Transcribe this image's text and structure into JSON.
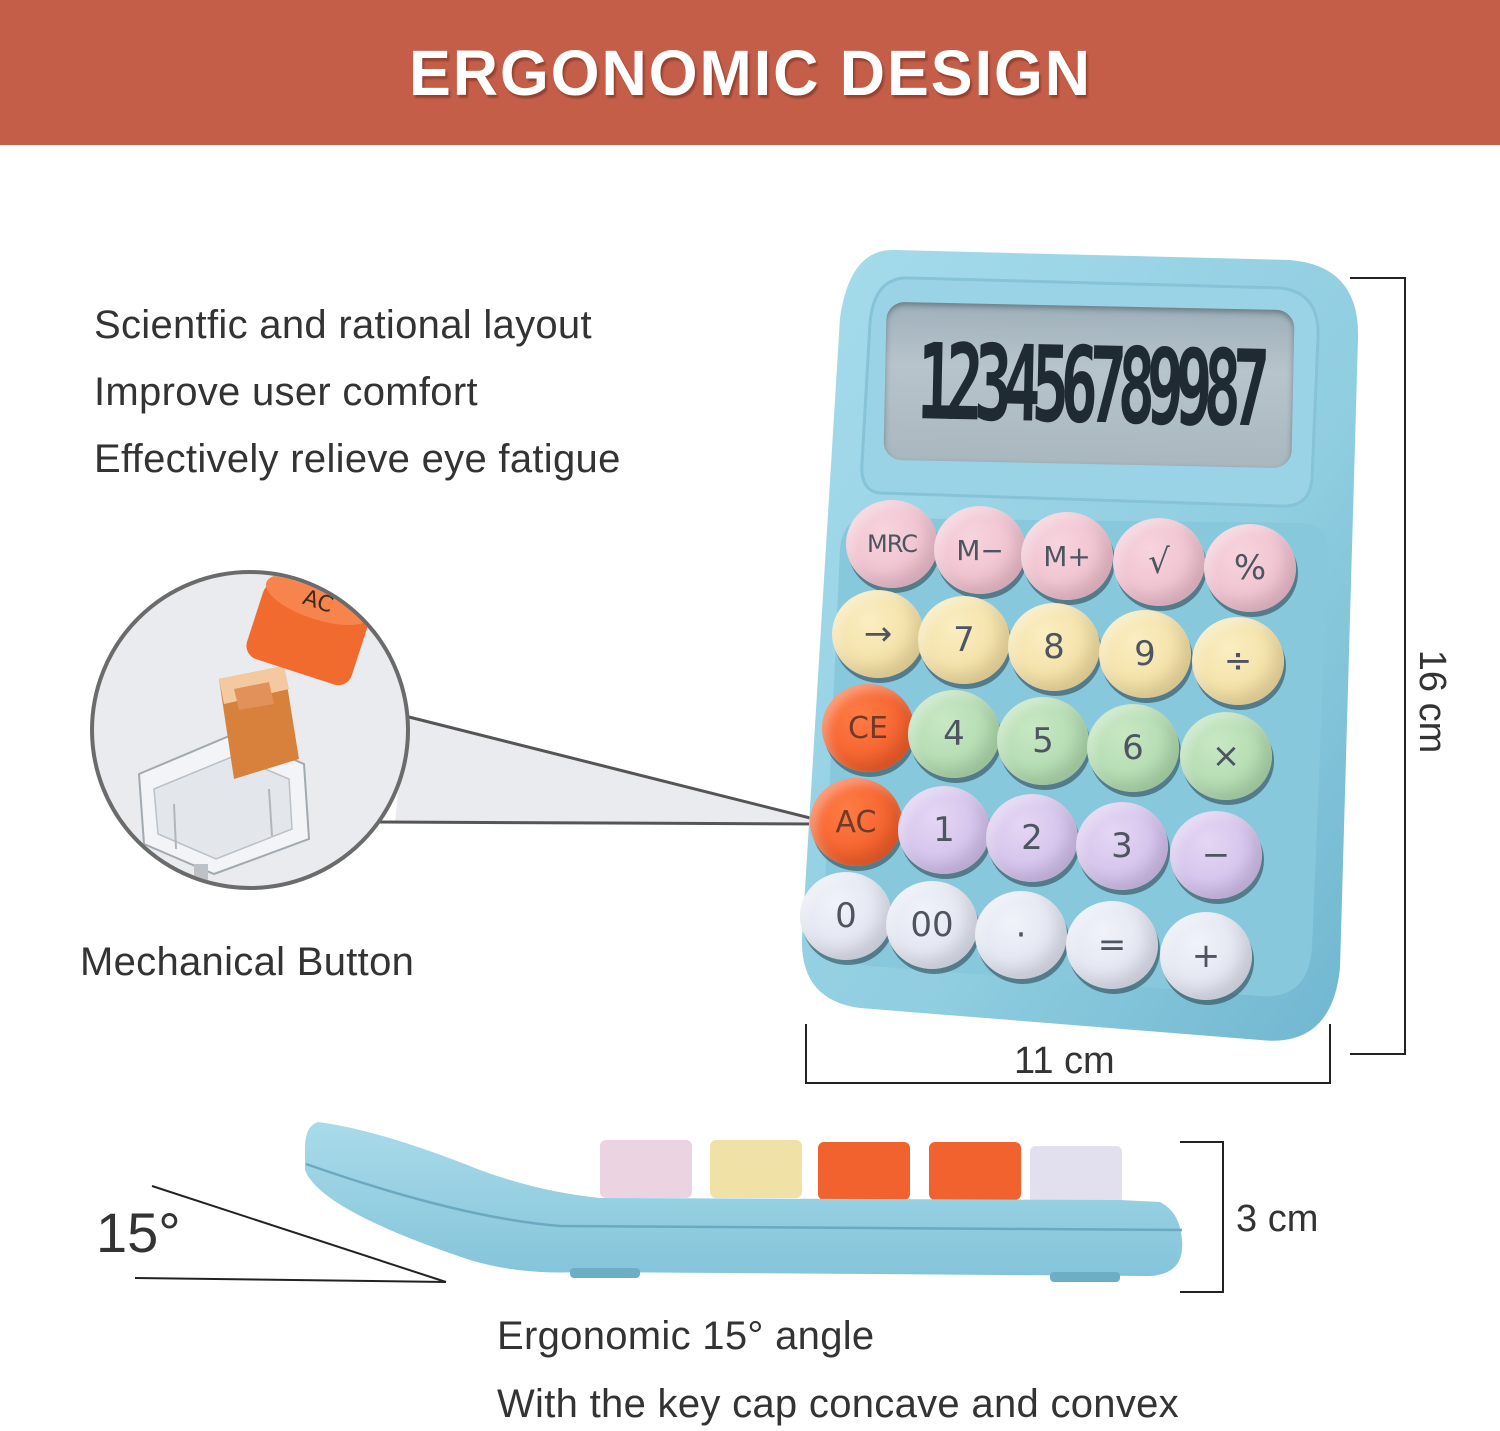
{
  "banner": {
    "title": "ERGONOMIC DESIGN",
    "background_color": "#c55e49",
    "text_color": "#ffffff"
  },
  "features": [
    "Scientfic and rational layout",
    "Improve user comfort",
    "Effectively relieve eye fatigue"
  ],
  "mechanical_button": {
    "caption": "Mechanical Button",
    "keycap_label": "AC"
  },
  "calculator": {
    "body_color": "#8fcde0",
    "display_value": "123456789987",
    "keys": [
      [
        {
          "label": "MRC",
          "color": "pink"
        },
        {
          "label": "M−",
          "color": "pink"
        },
        {
          "label": "M+",
          "color": "pink"
        },
        {
          "label": "√",
          "color": "pink"
        },
        {
          "label": "%",
          "color": "pink"
        }
      ],
      [
        {
          "label": "→",
          "color": "yellow"
        },
        {
          "label": "7",
          "color": "yellow"
        },
        {
          "label": "8",
          "color": "yellow"
        },
        {
          "label": "9",
          "color": "yellow"
        },
        {
          "label": "÷",
          "color": "yellow"
        }
      ],
      [
        {
          "label": "CE",
          "color": "orange"
        },
        {
          "label": "4",
          "color": "green"
        },
        {
          "label": "5",
          "color": "green"
        },
        {
          "label": "6",
          "color": "green"
        },
        {
          "label": "×",
          "color": "green"
        }
      ],
      [
        {
          "label": "AC",
          "color": "orange"
        },
        {
          "label": "1",
          "color": "purple"
        },
        {
          "label": "2",
          "color": "purple"
        },
        {
          "label": "3",
          "color": "purple"
        },
        {
          "label": "−",
          "color": "purple"
        }
      ],
      [
        {
          "label": "0",
          "color": "white"
        },
        {
          "label": "00",
          "color": "white"
        },
        {
          "label": "·",
          "color": "white"
        },
        {
          "label": "=",
          "color": "white"
        },
        {
          "label": "+",
          "color": "white"
        }
      ]
    ]
  },
  "dimensions": {
    "width": "11 cm",
    "height": "16 cm",
    "depth": "3 cm"
  },
  "side_view": {
    "angle_label": "15°",
    "keycap_colors": [
      "#ecd3e1",
      "#f0e2a6",
      "#f2622e",
      "#f2622e",
      "#e2e0ef"
    ]
  },
  "bottom_text": [
    "Ergonomic 15° angle",
    "With the key cap concave and convex"
  ]
}
